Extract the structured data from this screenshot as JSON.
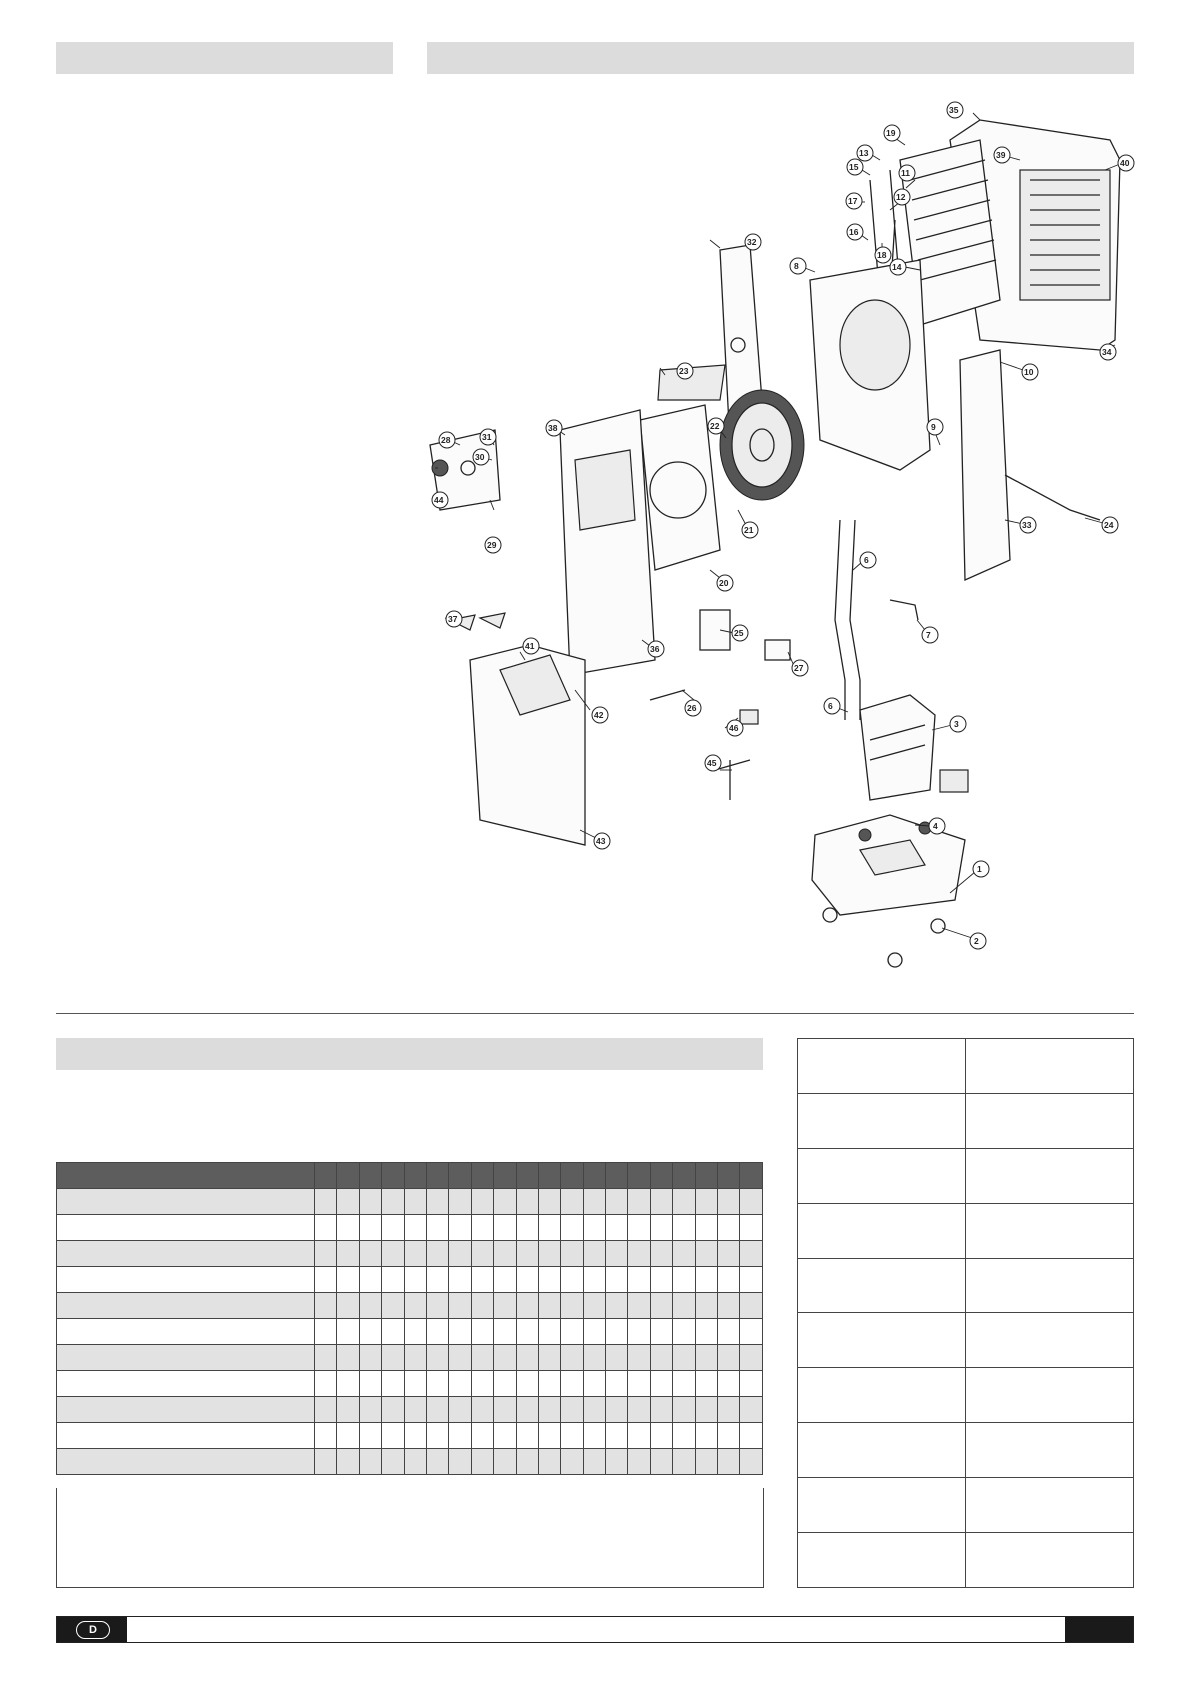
{
  "diagram": {
    "callouts": [
      "1",
      "2",
      "3",
      "4",
      "6",
      "6",
      "7",
      "8",
      "9",
      "10",
      "11",
      "12",
      "13",
      "14",
      "15",
      "16",
      "17",
      "18",
      "19",
      "20",
      "21",
      "22",
      "23",
      "24",
      "25",
      "26",
      "27",
      "28",
      "29",
      "30",
      "31",
      "32",
      "33",
      "34",
      "35",
      "36",
      "36",
      "37",
      "38",
      "39",
      "40",
      "41",
      "42",
      "43",
      "44",
      "45",
      "46"
    ]
  },
  "troubleshooting": {
    "column_count": 20,
    "row_count": 11
  },
  "right_table": {
    "row_count": 10
  },
  "footer": {
    "language_badge": "D"
  }
}
